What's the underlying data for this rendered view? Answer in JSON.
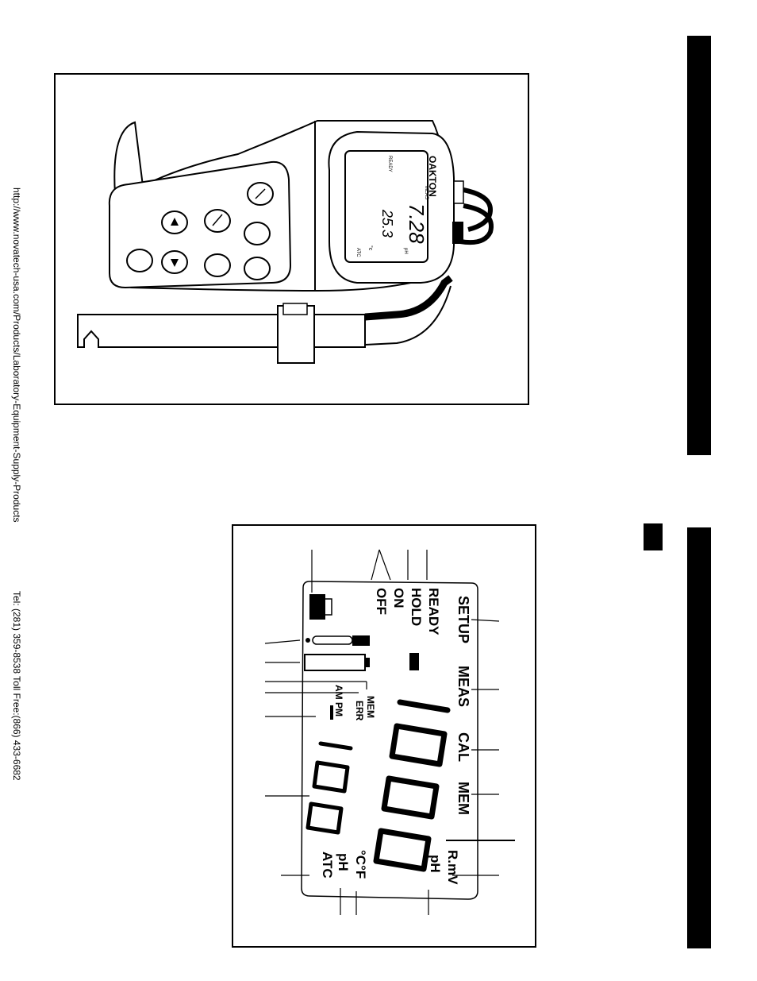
{
  "footer": {
    "url": "http://www.novatech-usa.com/Products/Laboratory-Equipment-Supply-Products",
    "phone": "Tel: (281) 359-8538   Toll Free:(866) 433-6682"
  },
  "meter_figure": {
    "brand": "OAKTON",
    "status_ready": "READY",
    "mode_meas": "MEAS",
    "reading_main": "7.28",
    "unit_main": "pH",
    "reading_temp": "25.3",
    "unit_temp": "°c",
    "atc": "ATC"
  },
  "lcd_figure": {
    "setup": "SETUP",
    "meas": "MEAS",
    "cal": "CAL",
    "mem": "MEM",
    "ready": "READY",
    "hold": "HOLD",
    "on": "ON",
    "off": "OFF",
    "mem_small": "MEM",
    "err": "ERR",
    "am_pm": "AM PM",
    "rmv": "R.mV",
    "ph_main": "pH",
    "c_f": "°C°F",
    "ph_small": "pH",
    "atc": "ATC"
  }
}
